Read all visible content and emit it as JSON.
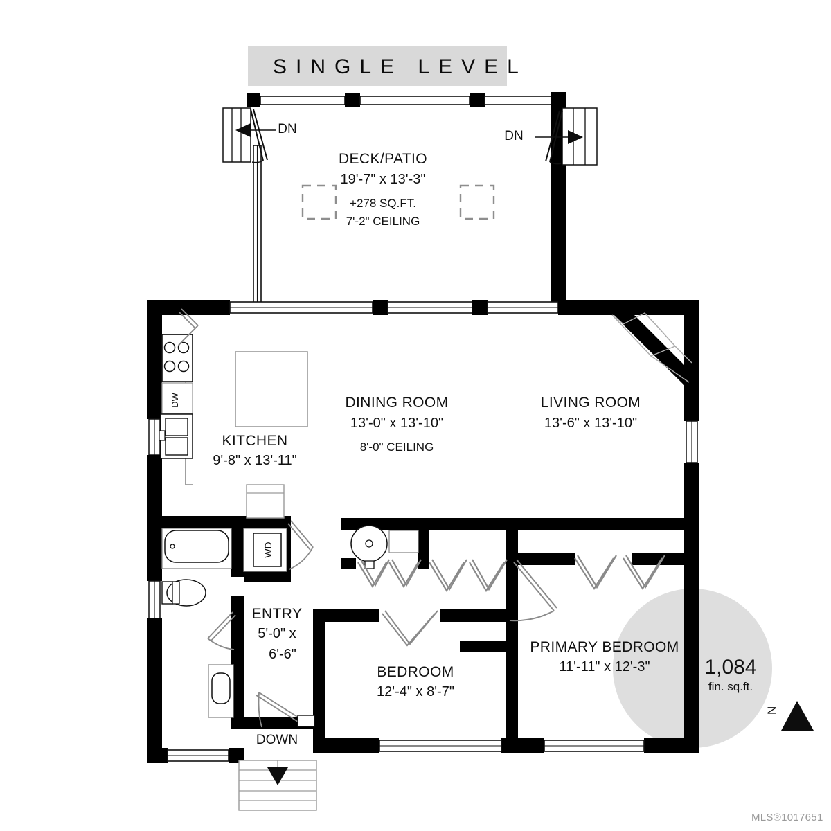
{
  "meta": {
    "banner_label": "SINGLE LEVEL",
    "watermark": "MLS®1017651",
    "background": "#ffffff",
    "wall_color": "#000000",
    "banner_color": "#d9d9d9",
    "badge_color": "#dedede"
  },
  "badge": {
    "area_value": "1,084",
    "area_unit": "fin. sq.ft.",
    "compass_label": "N"
  },
  "rooms": [
    {
      "id": "deck-patio",
      "name": "DECK/PATIO",
      "dimensions": "19'-7\" x 13'-3\"",
      "area_note": "+278 SQ.FT.",
      "ceiling": "7'-2\" CEILING"
    },
    {
      "id": "kitchen",
      "name": "KITCHEN",
      "dimensions": "9'-8\" x 13'-11\"",
      "area_note": "",
      "ceiling": ""
    },
    {
      "id": "dining-room",
      "name": "DINING ROOM",
      "dimensions": "13'-0\" x 13'-10\"",
      "area_note": "",
      "ceiling": "8'-0\" CEILING"
    },
    {
      "id": "living-room",
      "name": "LIVING ROOM",
      "dimensions": "13'-6\" x 13'-10\"",
      "area_note": "",
      "ceiling": ""
    },
    {
      "id": "entry",
      "name": "ENTRY",
      "dimensions_line1": "5'-0\" x",
      "dimensions_line2": "6'-6\"",
      "ceiling": ""
    },
    {
      "id": "bedroom",
      "name": "BEDROOM",
      "dimensions": "12'-4\" x 8'-7\"",
      "area_note": "",
      "ceiling": ""
    },
    {
      "id": "primary-bedroom",
      "name": "PRIMARY BEDROOM",
      "dimensions": "11'-11\" x 12'-3\"",
      "area_note": "",
      "ceiling": ""
    }
  ],
  "annotations": {
    "stair_down_left": "DN",
    "stair_down_right": "DN",
    "stair_down_bottom": "DOWN"
  },
  "appliances": {
    "dishwasher_label": "DW",
    "laundry_label": "WD"
  }
}
